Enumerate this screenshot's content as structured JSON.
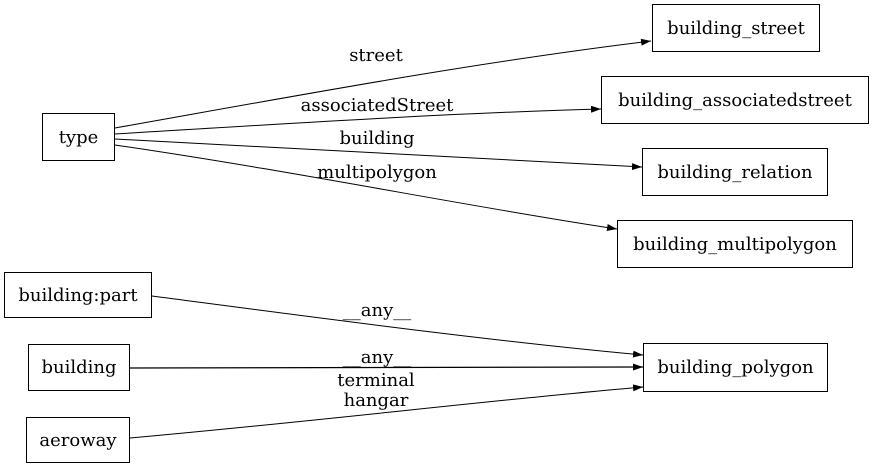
{
  "graph": {
    "background_color": "#ffffff",
    "node_border_color": "#000000",
    "node_fill_color": "#ffffff",
    "edge_color": "#000000",
    "text_color": "#000000",
    "nodes": [
      {
        "id": "type",
        "label": "type"
      },
      {
        "id": "building_street",
        "label": "building_street"
      },
      {
        "id": "building_associatedstreet",
        "label": "building_associatedstreet"
      },
      {
        "id": "building_relation",
        "label": "building_relation"
      },
      {
        "id": "building_multipolygon",
        "label": "building_multipolygon"
      },
      {
        "id": "building:part",
        "label": "building:part"
      },
      {
        "id": "building",
        "label": "building"
      },
      {
        "id": "aeroway",
        "label": "aeroway"
      },
      {
        "id": "building_polygon",
        "label": "building_polygon"
      }
    ],
    "edges": [
      {
        "from": "type",
        "to": "building_street",
        "label": "street"
      },
      {
        "from": "type",
        "to": "building_associatedstreet",
        "label": "associatedStreet"
      },
      {
        "from": "type",
        "to": "building_relation",
        "label": "building"
      },
      {
        "from": "type",
        "to": "building_multipolygon",
        "label": "multipolygon"
      },
      {
        "from": "building:part",
        "to": "building_polygon",
        "label": "__any__"
      },
      {
        "from": "building",
        "to": "building_polygon",
        "label": "__any__"
      },
      {
        "from": "aeroway",
        "to": "building_polygon",
        "label": "terminal hangar",
        "label_lines": [
          "terminal",
          "hangar"
        ]
      }
    ]
  }
}
